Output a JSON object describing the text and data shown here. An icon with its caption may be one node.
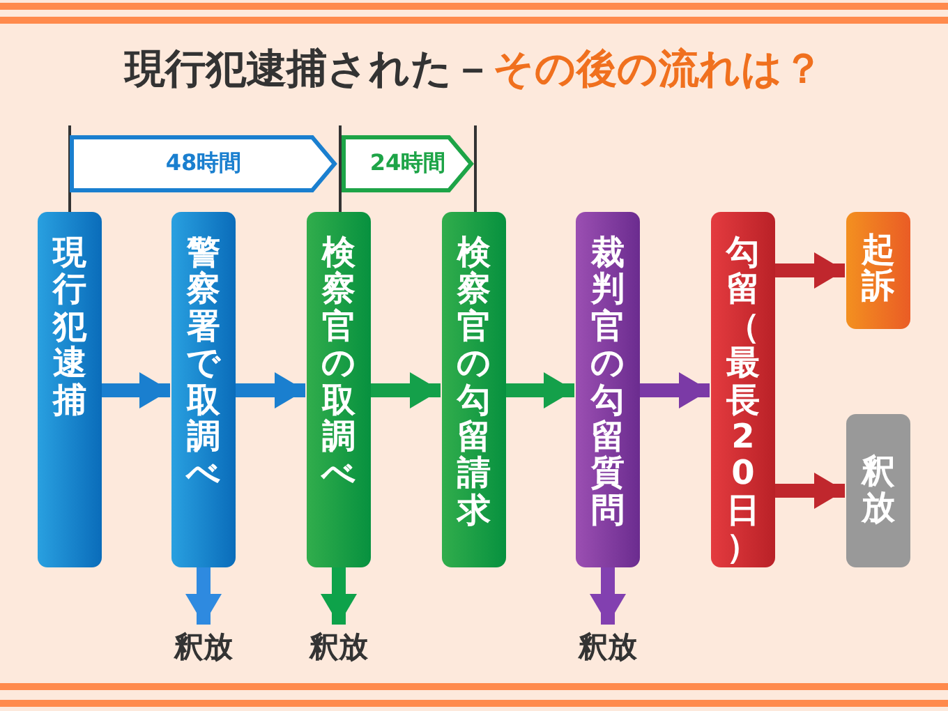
{
  "diagram": {
    "title": "現行犯逮捕された－**その後の流れは？**",
    "nodes": [
      {
        "text": [
          "48時間"
        ]
      },
      {
        "text": [
          "24時間"
        ]
      },
      {
        "text": [
          "現行犯逮捕"
        ]
      },
      {
        "text": [
          "警察署で取調べ"
        ]
      },
      {
        "text": [
          "検察官の取調べ"
        ]
      },
      {
        "text": [
          "検察官の勾留請求"
        ]
      },
      {
        "text": [
          "裁判官の勾留質問"
        ]
      },
      {
        "text": [
          "勾留（最長20日）"
        ]
      },
      {
        "text": [
          "起訴"
        ]
      },
      {
        "text": [
          "釈放"
        ]
      },
      {
        "text": [
          "釈放"
        ]
      },
      {
        "text": [
          "釈放"
        ]
      },
      {
        "text": [
          "釈放"
        ]
      }
    ],
    "edges": [
      {
        "from": 2,
        "to": 3,
        "arrow": "to",
        "color": "#1a7fcf"
      },
      {
        "from": 3,
        "to": 4,
        "arrow": "to",
        "color": "#1a7fcf"
      },
      {
        "from": 4,
        "to": 5,
        "arrow": "to",
        "color": "#14a04a"
      },
      {
        "from": 5,
        "to": 6,
        "arrow": "to",
        "color": "#14a04a"
      },
      {
        "from": 6,
        "to": 7,
        "arrow": "to",
        "color": "#7b3aa6"
      },
      {
        "from": 7,
        "to": 8,
        "arrow": "to",
        "color": "#c0272d"
      },
      {
        "from": 7,
        "to": 9,
        "arrow": "to",
        "color": "#c0272d"
      },
      {
        "from": 3,
        "to": 10,
        "arrow": "to",
        "color": "#2e8ae0"
      },
      {
        "from": 4,
        "to": 11,
        "arrow": "to",
        "color": "#0ea24a"
      },
      {
        "from": 6,
        "to": 12,
        "arrow": "to",
        "color": "#8240b0"
      }
    ]
  }
}
